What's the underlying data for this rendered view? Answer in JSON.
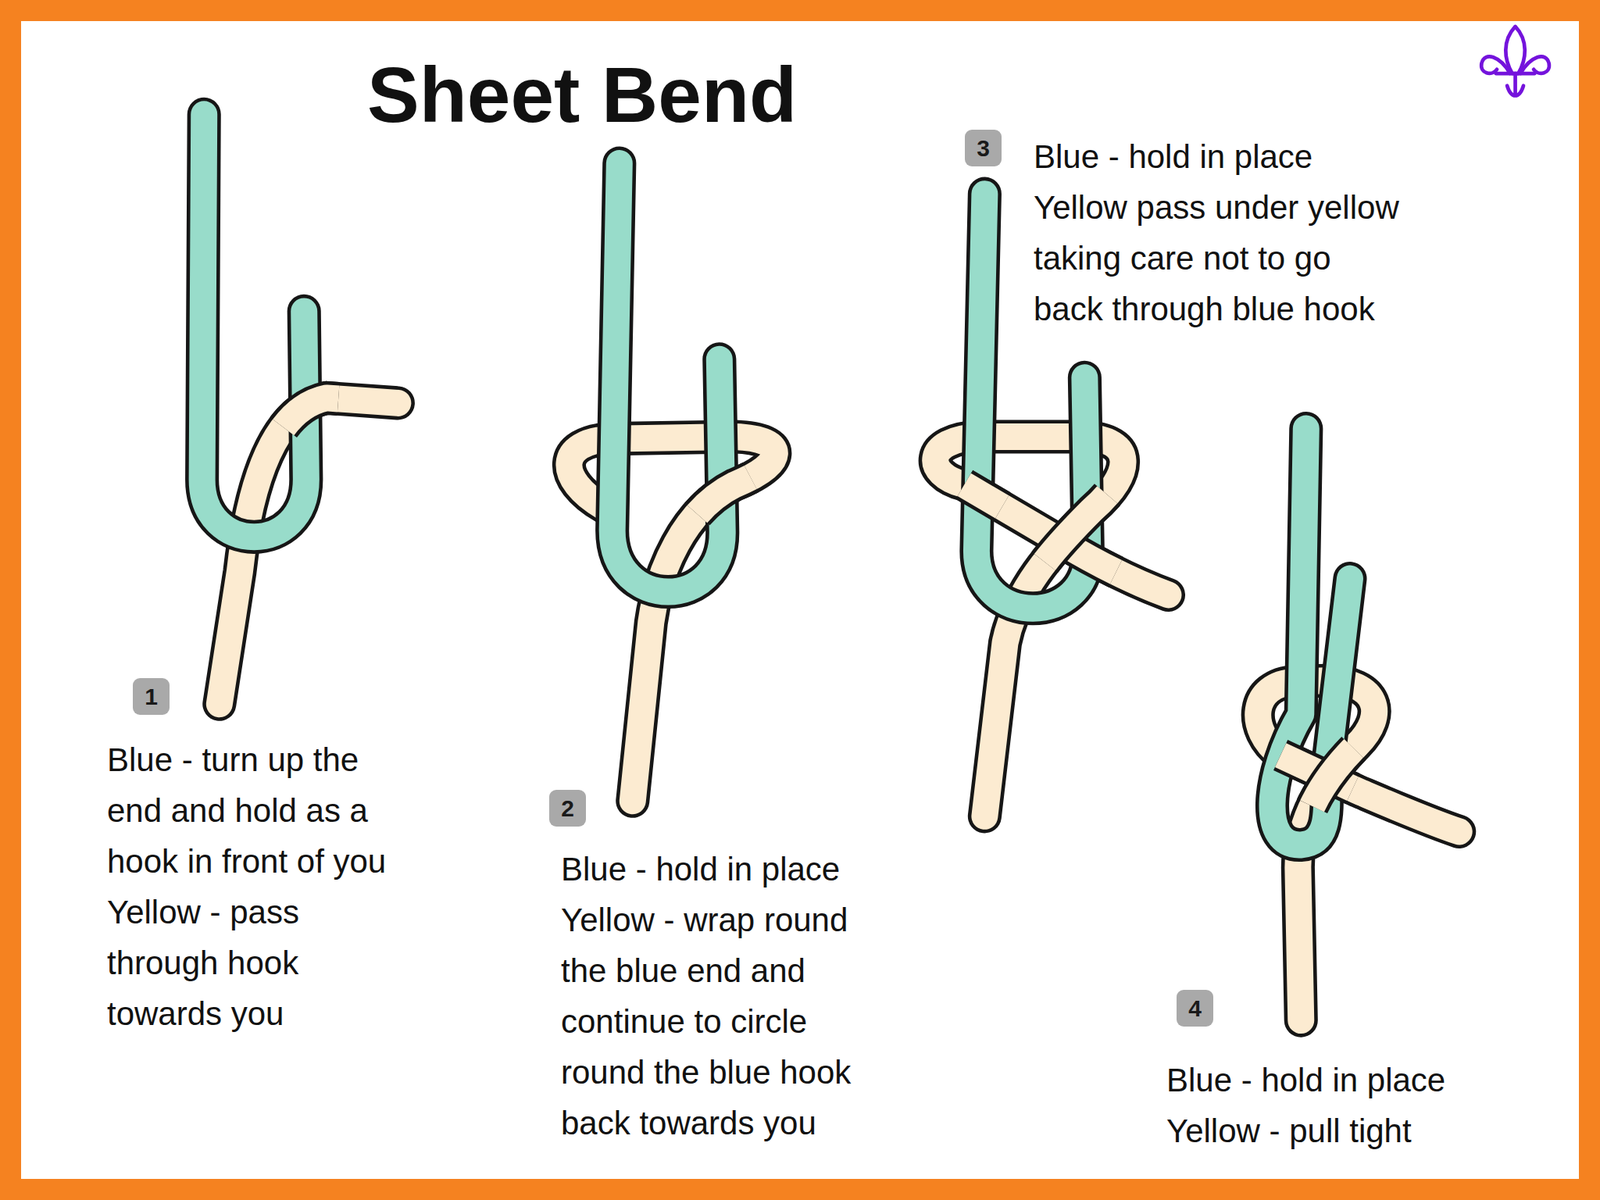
{
  "diagram": {
    "title": "Sheet Bend",
    "labels": [
      "1",
      "Blue - turn up the end and hold as a hook in front of you",
      "Yellow - pass through hook towards you",
      "2",
      "Blue - hold in place",
      "Yellow - wrap round the blue end and continue to circle round the blue hook back towards you",
      "3",
      "Blue - hold in place",
      "Yellow pass under yellow taking care not to go back through blue hook",
      "4",
      "Blue - hold in place",
      "Yellow - pull tight"
    ]
  }
}
